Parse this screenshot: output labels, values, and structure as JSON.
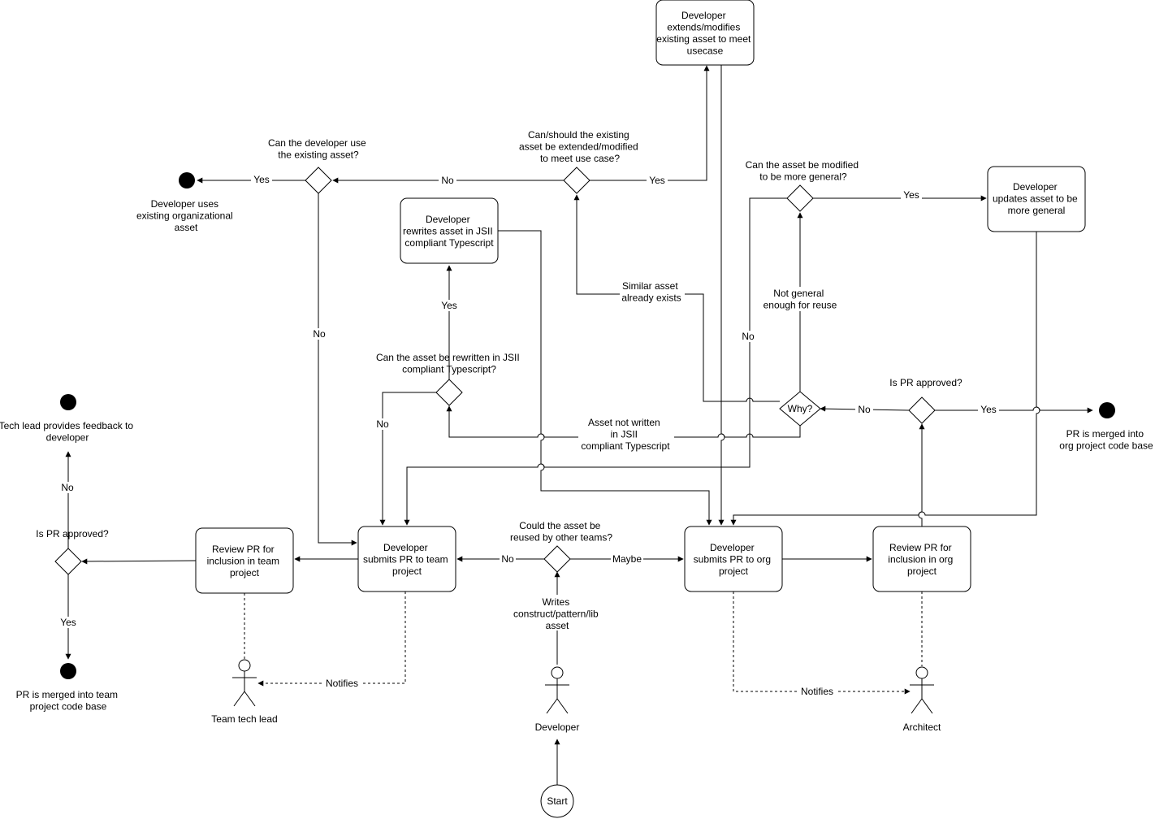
{
  "nodes": {
    "start": "Start",
    "dev_actor": "Developer",
    "tech_lead_actor": "Team tech lead",
    "architect_actor": "Architect",
    "writes_asset": [
      "Writes",
      "construct/pattern/lib",
      "asset"
    ],
    "q_reuse": [
      "Could the asset be",
      "reused by other teams?"
    ],
    "submit_team": [
      "Developer",
      "submits PR to team",
      "project"
    ],
    "submit_org": [
      "Developer",
      "submits PR to org",
      "project"
    ],
    "review_team": [
      "Review PR for",
      "inclusion in team",
      "project"
    ],
    "review_org": [
      "Review PR for",
      "inclusion in org",
      "project"
    ],
    "q_team_approved": [
      "Is PR approved?"
    ],
    "q_org_approved": [
      "Is PR approved?"
    ],
    "end_feedback": [
      "Tech lead provides feedback to",
      "developer"
    ],
    "end_team_merged": [
      "PR is merged into team",
      "project code base"
    ],
    "end_org_merged": [
      "PR is merged into",
      "org project code base"
    ],
    "why": "Why?",
    "q_rewrite": [
      "Can the asset be rewritten in JSII",
      "compliant Typescript?"
    ],
    "rewrite_box": [
      "Developer",
      "rewrites asset in JSII",
      "compliant Typescript"
    ],
    "q_extend": [
      "Can/should the existing",
      "asset be extended/modified",
      "to meet use case?"
    ],
    "extend_box": [
      "Developer",
      "extends/modifies",
      "existing asset to meet",
      "usecase"
    ],
    "q_use_existing": [
      "Can the developer use",
      "the existing asset?"
    ],
    "end_use_existing": [
      "Developer uses",
      "existing organizational",
      "asset"
    ],
    "q_general": [
      "Can the asset be modified",
      "to be more general?"
    ],
    "general_box": [
      "Developer",
      "updates asset to be",
      "more general"
    ]
  },
  "edge_labels": {
    "no_team": "No",
    "maybe_org": "Maybe",
    "notifies_team": "Notifies",
    "notifies_org": "Notifies",
    "team_no": "No",
    "team_yes": "Yes",
    "org_no": "No",
    "org_yes": "Yes",
    "similar_asset": [
      "Similar asset",
      "already exists"
    ],
    "not_jsii": [
      "Asset not written",
      "in JSII",
      "compliant Typescript"
    ],
    "not_general": [
      "Not general",
      "enough for reuse"
    ],
    "rewrite_yes": "Yes",
    "rewrite_no": "No",
    "extend_yes": "Yes",
    "extend_no": "No",
    "use_yes": "Yes",
    "use_no": "No",
    "general_yes": "Yes",
    "general_no": "No"
  }
}
